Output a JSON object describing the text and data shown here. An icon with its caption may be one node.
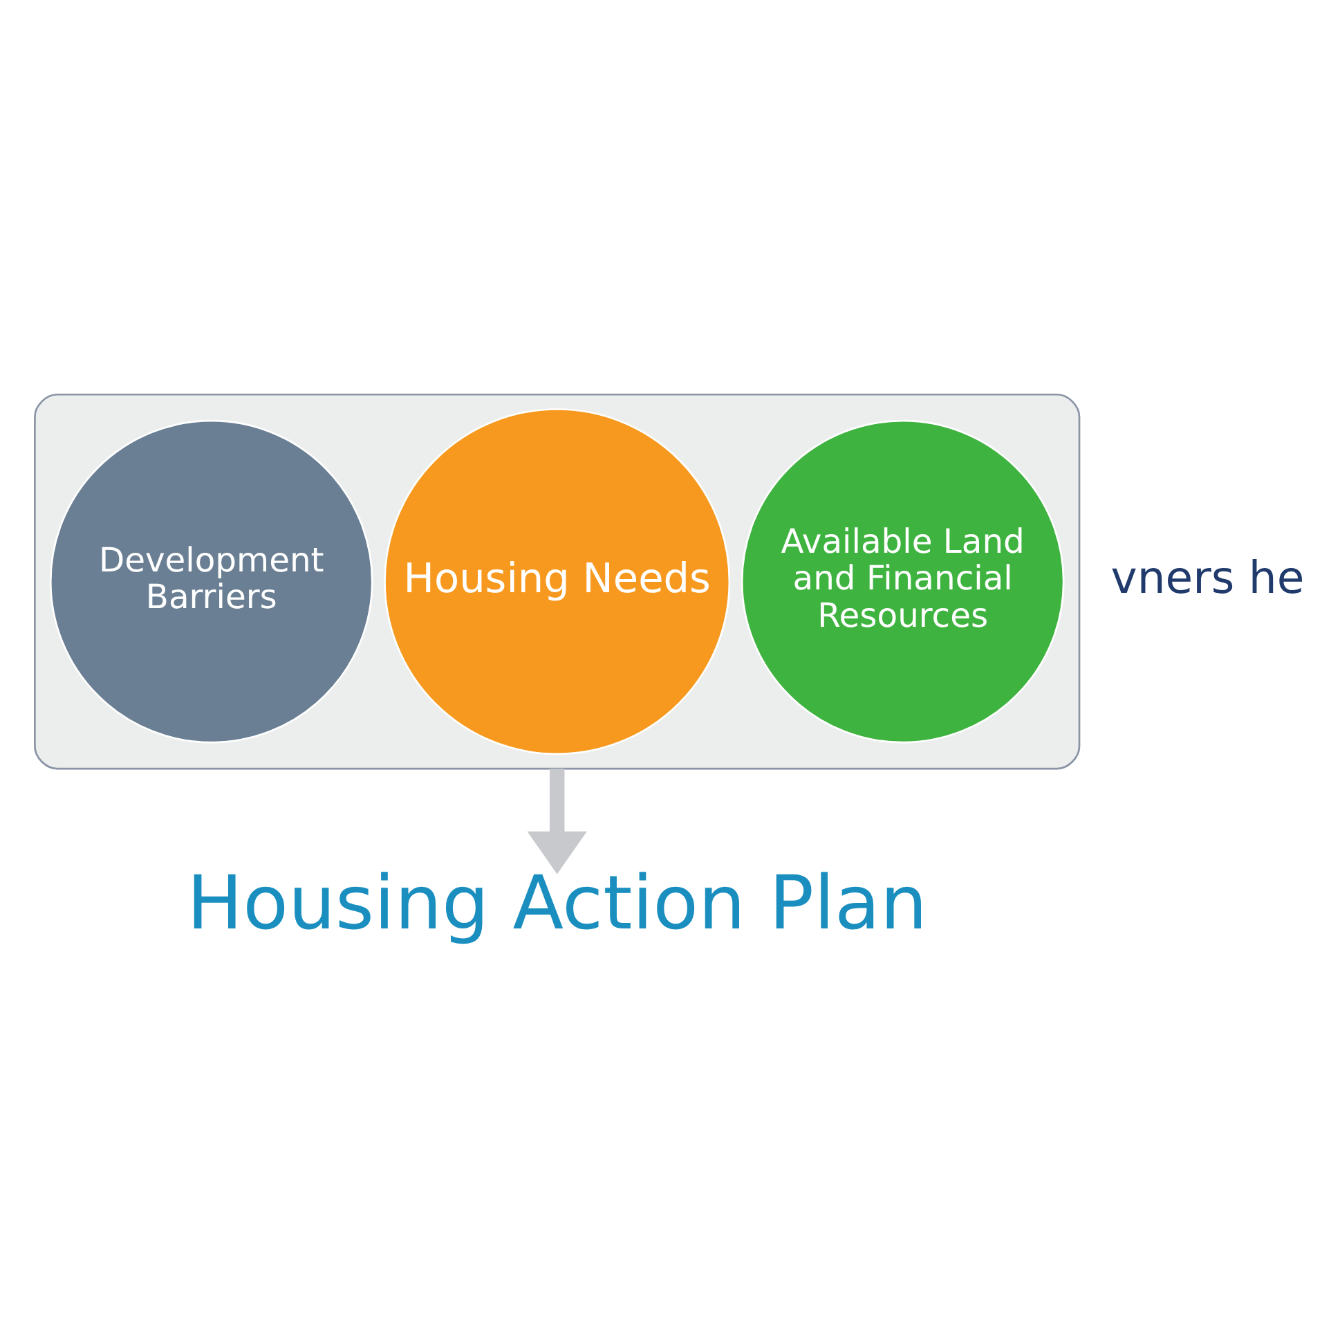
{
  "diagram": {
    "nodes": [
      {
        "text": [],
        "shape": "funnel"
      },
      {
        "text": [
          "Available Land and Financial Resources"
        ],
        "in": 0
      },
      {
        "text": [
          "Housing Needs"
        ],
        "in": 0
      },
      {
        "text": [
          "Development Barriers"
        ],
        "in": 0
      },
      {
        "text": [
          "Housing Action Plan"
        ]
      }
    ],
    "edges": [
      {
        "from": 0,
        "to": 4,
        "arrow": "to"
      }
    ],
    "labels": [
      "vners he"
    ]
  }
}
